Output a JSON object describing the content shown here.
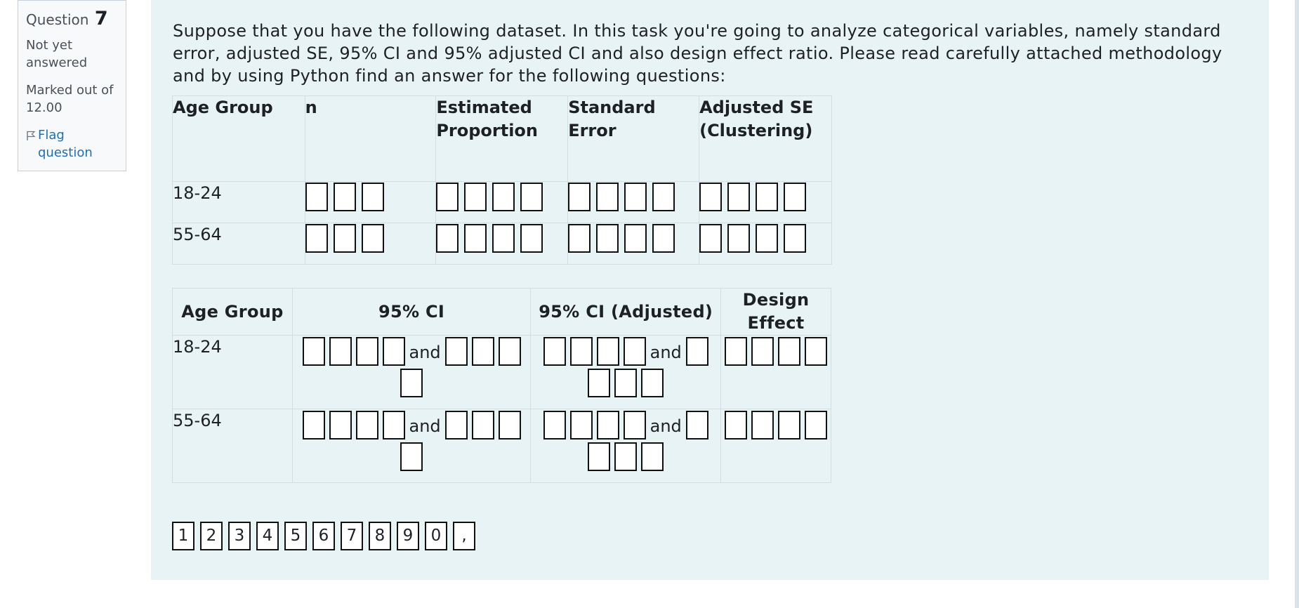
{
  "question_info": {
    "label": "Question",
    "number": "7",
    "state": "Not yet answered",
    "grade": "Marked out of 12.00",
    "flag": "Flag question"
  },
  "question_text": "Suppose that you have the following dataset. In this task you're going to analyze categorical variables, namely standard error, adjusted SE, 95% CI and 95% adjusted CI and also design effect ratio. Please read carefully attached methodology and by using Python find an answer for the following questions:",
  "table1": {
    "headers": [
      "Age Group",
      "n",
      "Estimated Proportion",
      "Standard Error",
      "Adjusted SE (Clustering)"
    ],
    "rows": [
      {
        "label": "18-24"
      },
      {
        "label": "55-64"
      }
    ]
  },
  "table2": {
    "headers": [
      "Age Group",
      "95% CI",
      "95% CI (Adjusted)",
      "Design Effect"
    ],
    "separator": "and",
    "rows": [
      {
        "label": "18-24"
      },
      {
        "label": "55-64"
      }
    ]
  },
  "palette": [
    "1",
    "2",
    "3",
    "4",
    "5",
    "6",
    "7",
    "8",
    "9",
    "0",
    ","
  ]
}
